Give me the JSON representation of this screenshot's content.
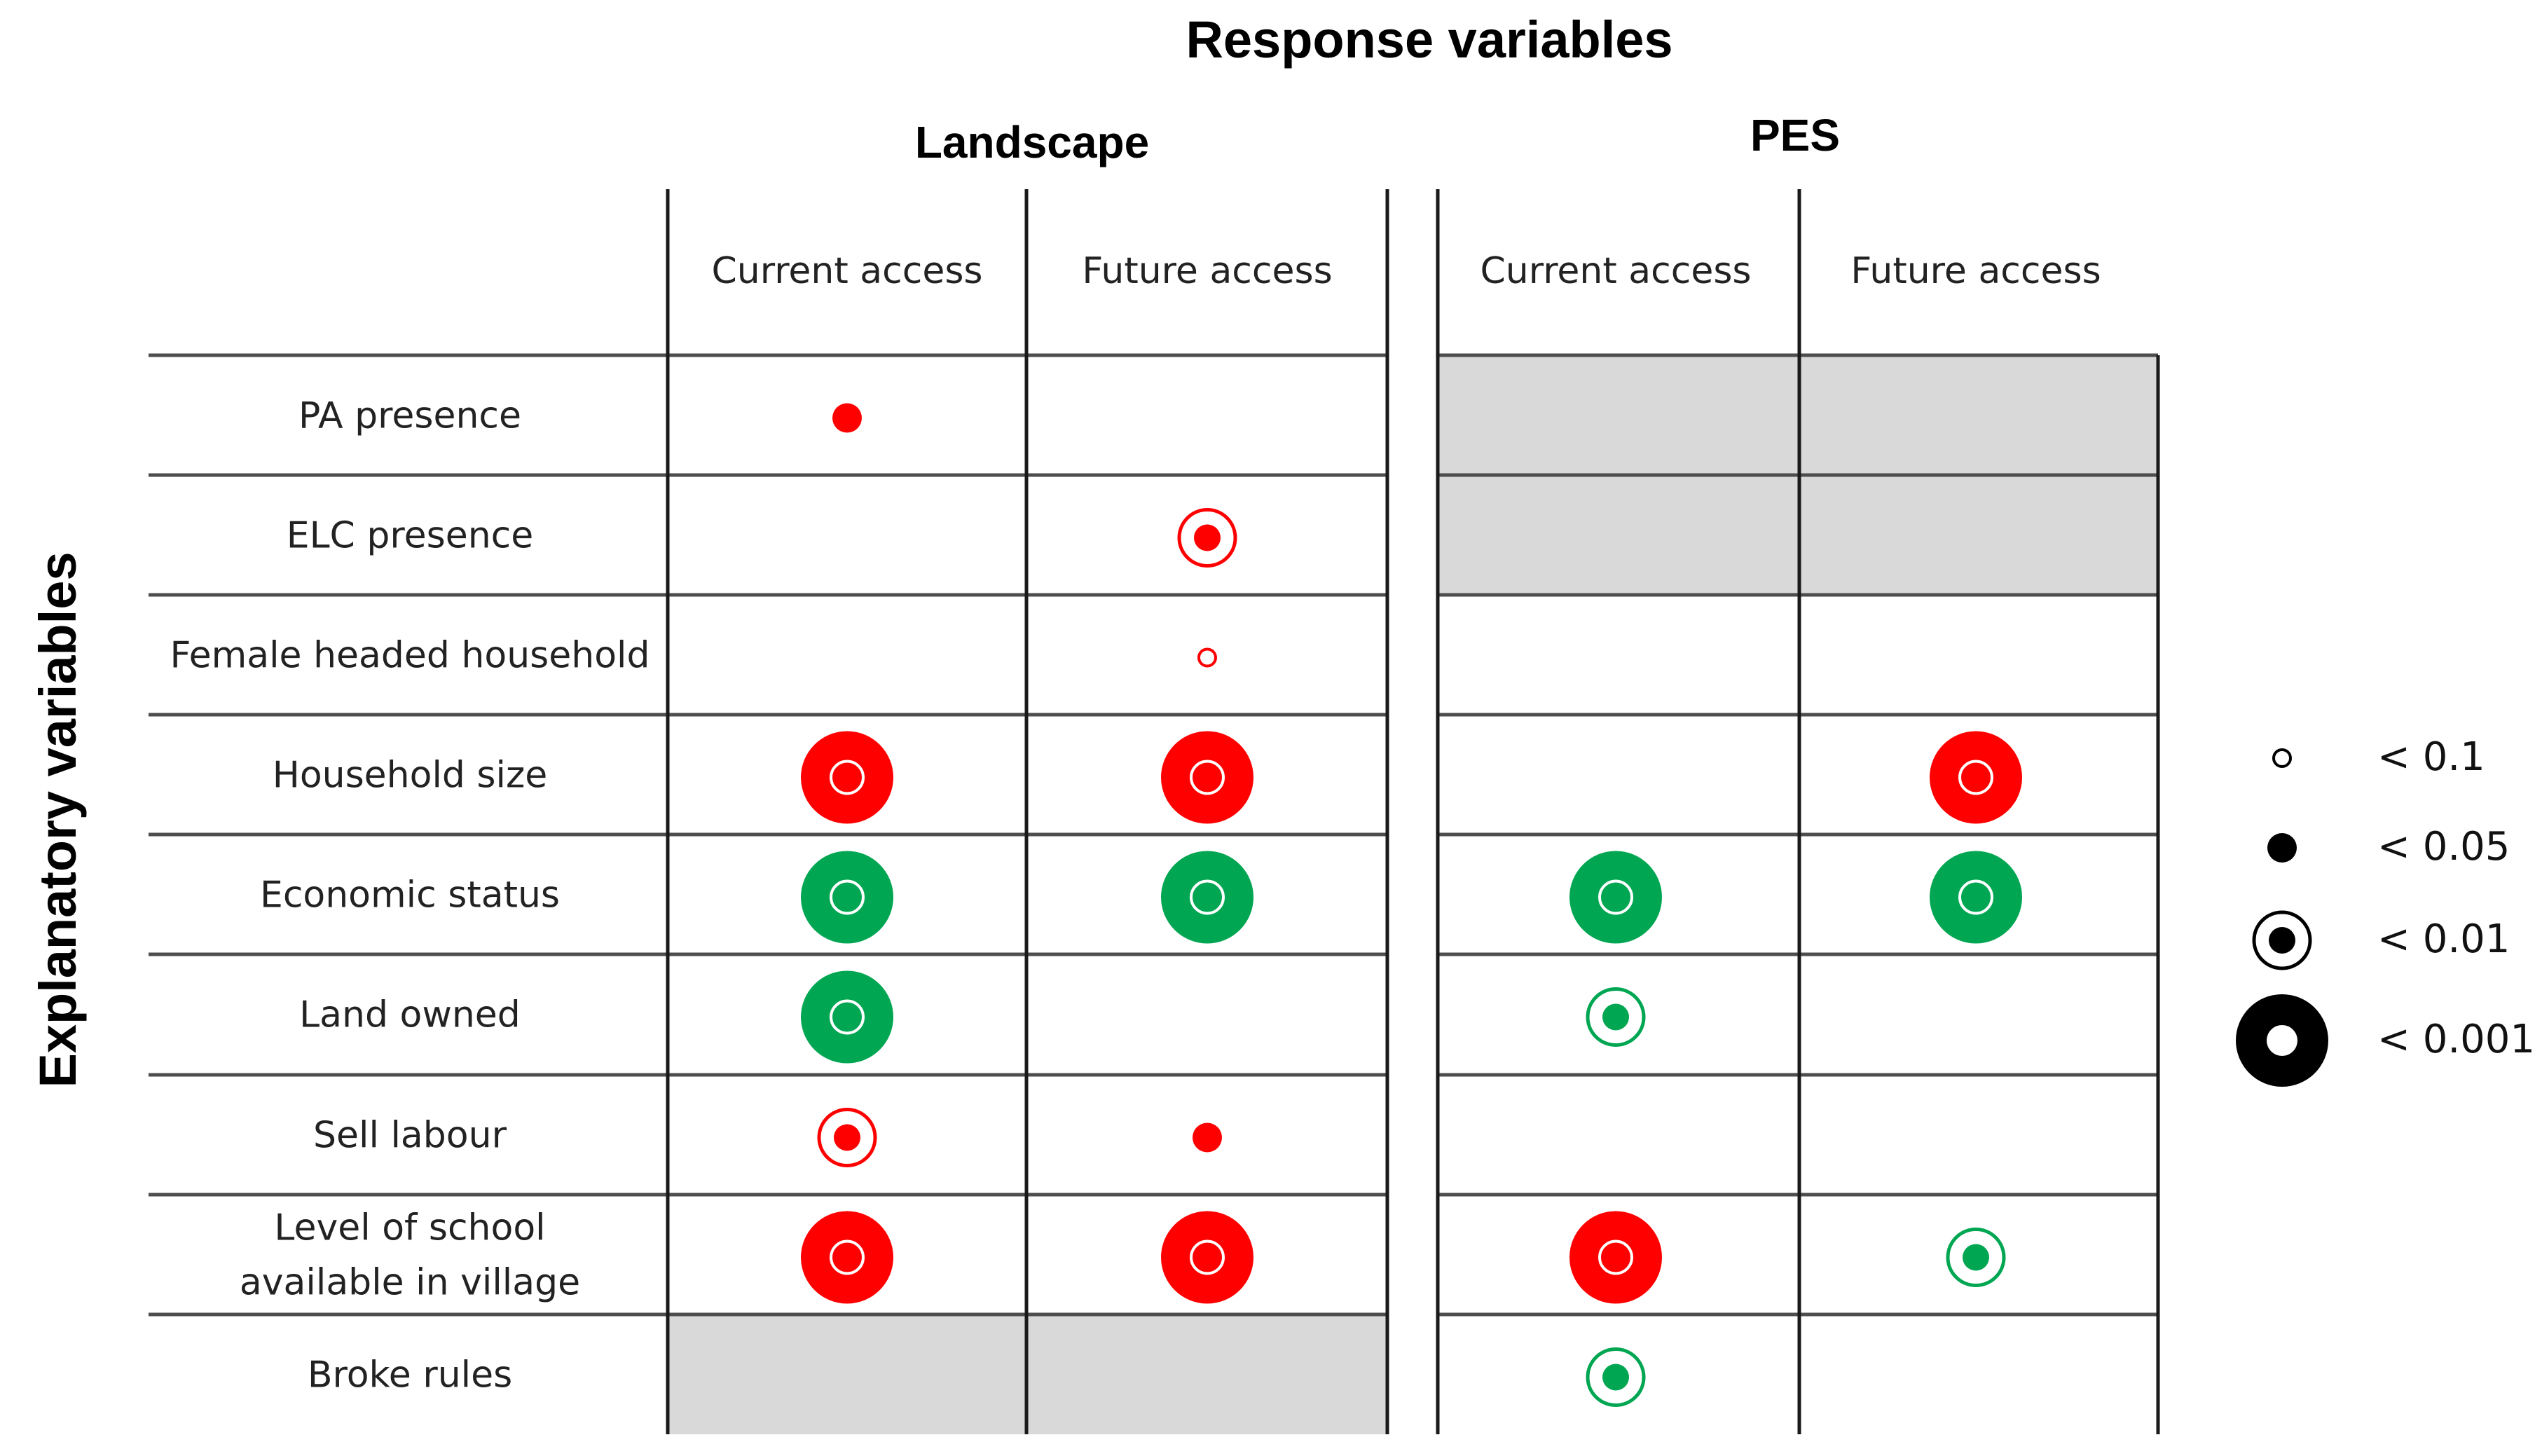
{
  "response_title": "Response variables",
  "explanatory_title": "Explanatory variables",
  "groups": [
    {
      "label": "Landscape",
      "columns": [
        "Current access",
        "Future access"
      ]
    },
    {
      "label": "PES",
      "columns": [
        "Current access",
        "Future access"
      ]
    }
  ],
  "rows": [
    {
      "label": [
        "PA presence"
      ]
    },
    {
      "label": [
        "ELC presence"
      ]
    },
    {
      "label": [
        "Female  headed  household"
      ]
    },
    {
      "label": [
        "Household  size"
      ]
    },
    {
      "label": [
        "Economic  status"
      ]
    },
    {
      "label": [
        "Land  owned"
      ]
    },
    {
      "label": [
        "Sell  labour"
      ]
    },
    {
      "label": [
        "Level  of school",
        "available  in village"
      ]
    },
    {
      "label": [
        "Broke  rules"
      ]
    }
  ],
  "colors": {
    "negative": "#ff0000",
    "positive": "#00a651",
    "legend": "#000000",
    "not_applicable": "#d9d9d9",
    "grid": "#4d4d4d"
  },
  "legend": [
    {
      "level": "p10",
      "label": "< 0.1"
    },
    {
      "level": "p05",
      "label": "< 0.05"
    },
    {
      "level": "p01",
      "label": "< 0.01"
    },
    {
      "level": "p001",
      "label": "< 0.001"
    }
  ],
  "not_applicable": [
    [
      0,
      2
    ],
    [
      0,
      3
    ],
    [
      1,
      2
    ],
    [
      1,
      3
    ],
    [
      8,
      0
    ],
    [
      8,
      1
    ]
  ],
  "cells": [
    {
      "row": 0,
      "col": 0,
      "level": "p05",
      "sign": "negative"
    },
    {
      "row": 1,
      "col": 1,
      "level": "p01",
      "sign": "negative"
    },
    {
      "row": 2,
      "col": 1,
      "level": "p10",
      "sign": "negative"
    },
    {
      "row": 3,
      "col": 0,
      "level": "p001",
      "sign": "negative"
    },
    {
      "row": 3,
      "col": 1,
      "level": "p001",
      "sign": "negative"
    },
    {
      "row": 3,
      "col": 3,
      "level": "p001",
      "sign": "negative"
    },
    {
      "row": 4,
      "col": 0,
      "level": "p001",
      "sign": "positive"
    },
    {
      "row": 4,
      "col": 1,
      "level": "p001",
      "sign": "positive"
    },
    {
      "row": 4,
      "col": 2,
      "level": "p001",
      "sign": "positive"
    },
    {
      "row": 4,
      "col": 3,
      "level": "p001",
      "sign": "positive"
    },
    {
      "row": 5,
      "col": 0,
      "level": "p001",
      "sign": "positive"
    },
    {
      "row": 5,
      "col": 2,
      "level": "p01",
      "sign": "positive"
    },
    {
      "row": 6,
      "col": 0,
      "level": "p01",
      "sign": "negative"
    },
    {
      "row": 6,
      "col": 1,
      "level": "p05",
      "sign": "negative"
    },
    {
      "row": 7,
      "col": 0,
      "level": "p001",
      "sign": "negative"
    },
    {
      "row": 7,
      "col": 1,
      "level": "p001",
      "sign": "negative"
    },
    {
      "row": 7,
      "col": 2,
      "level": "p001",
      "sign": "negative"
    },
    {
      "row": 7,
      "col": 3,
      "level": "p01",
      "sign": "positive"
    },
    {
      "row": 8,
      "col": 2,
      "level": "p01",
      "sign": "positive"
    }
  ]
}
